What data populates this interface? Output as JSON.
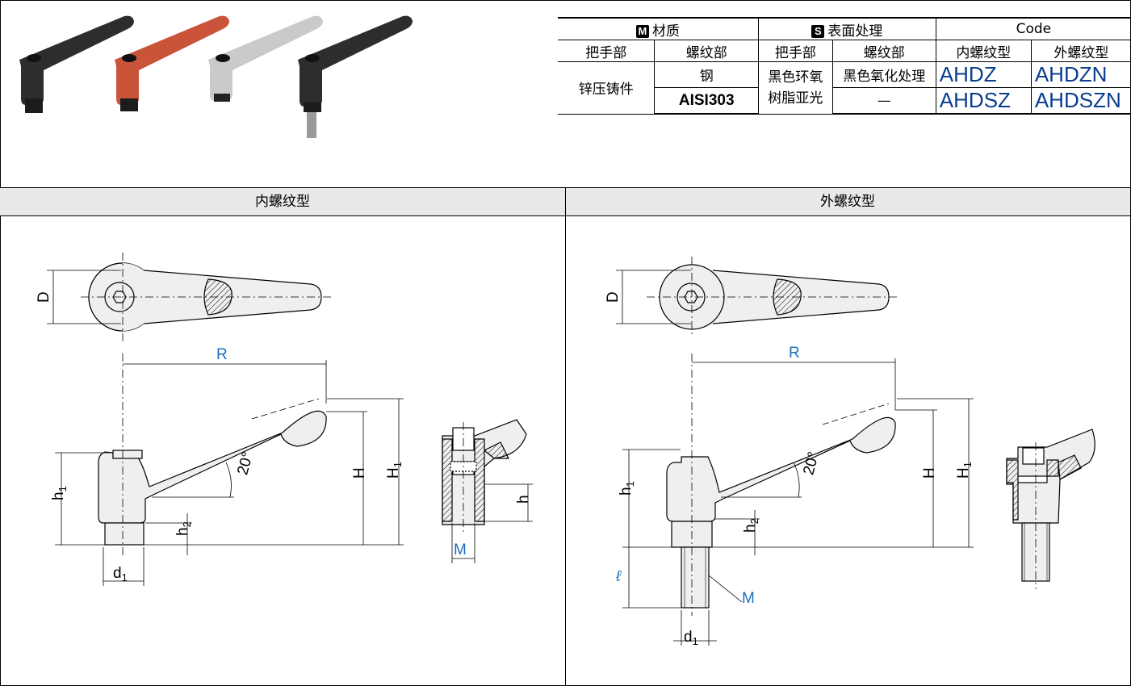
{
  "table": {
    "material_tag": "M",
    "material_header": "材质",
    "surface_tag": "S",
    "surface_header": "表面处理",
    "code_header": "Code",
    "sub_handle": "把手部",
    "sub_thread": "螺纹部",
    "sub_handle2": "把手部",
    "sub_thread2": "螺纹部",
    "sub_internal": "内螺纹型",
    "sub_external": "外螺纹型",
    "material_handle": "锌压铸件",
    "thread_steel": "钢",
    "thread_aisi": "AISI303",
    "surface_handle_line1": "黑色环氧",
    "surface_handle_line2": "树脂亚光",
    "surface_thread_1": "黑色氧化处理",
    "surface_thread_2": "—",
    "code_1_int": "AHDZ",
    "code_1_ext": "AHDZN",
    "code_2_int": "AHDSZ",
    "code_2_ext": "AHDSZN"
  },
  "panels": {
    "left_title": "内螺纹型",
    "right_title": "外螺纹型"
  },
  "dims": {
    "D": "D",
    "R": "R",
    "H": "H",
    "H1": "H",
    "H1_sub": "1",
    "h1": "h",
    "h1_sub": "1",
    "h2": "h",
    "h2_sub": "2",
    "h": "h",
    "d1": "d",
    "d1_sub": "1",
    "angle": "20°",
    "M": "M",
    "l": "ℓ"
  },
  "colors": {
    "code_blue": "#0a3d8f",
    "dim_blue": "#1a6fc0",
    "header_bg": "#e9e9e9"
  }
}
